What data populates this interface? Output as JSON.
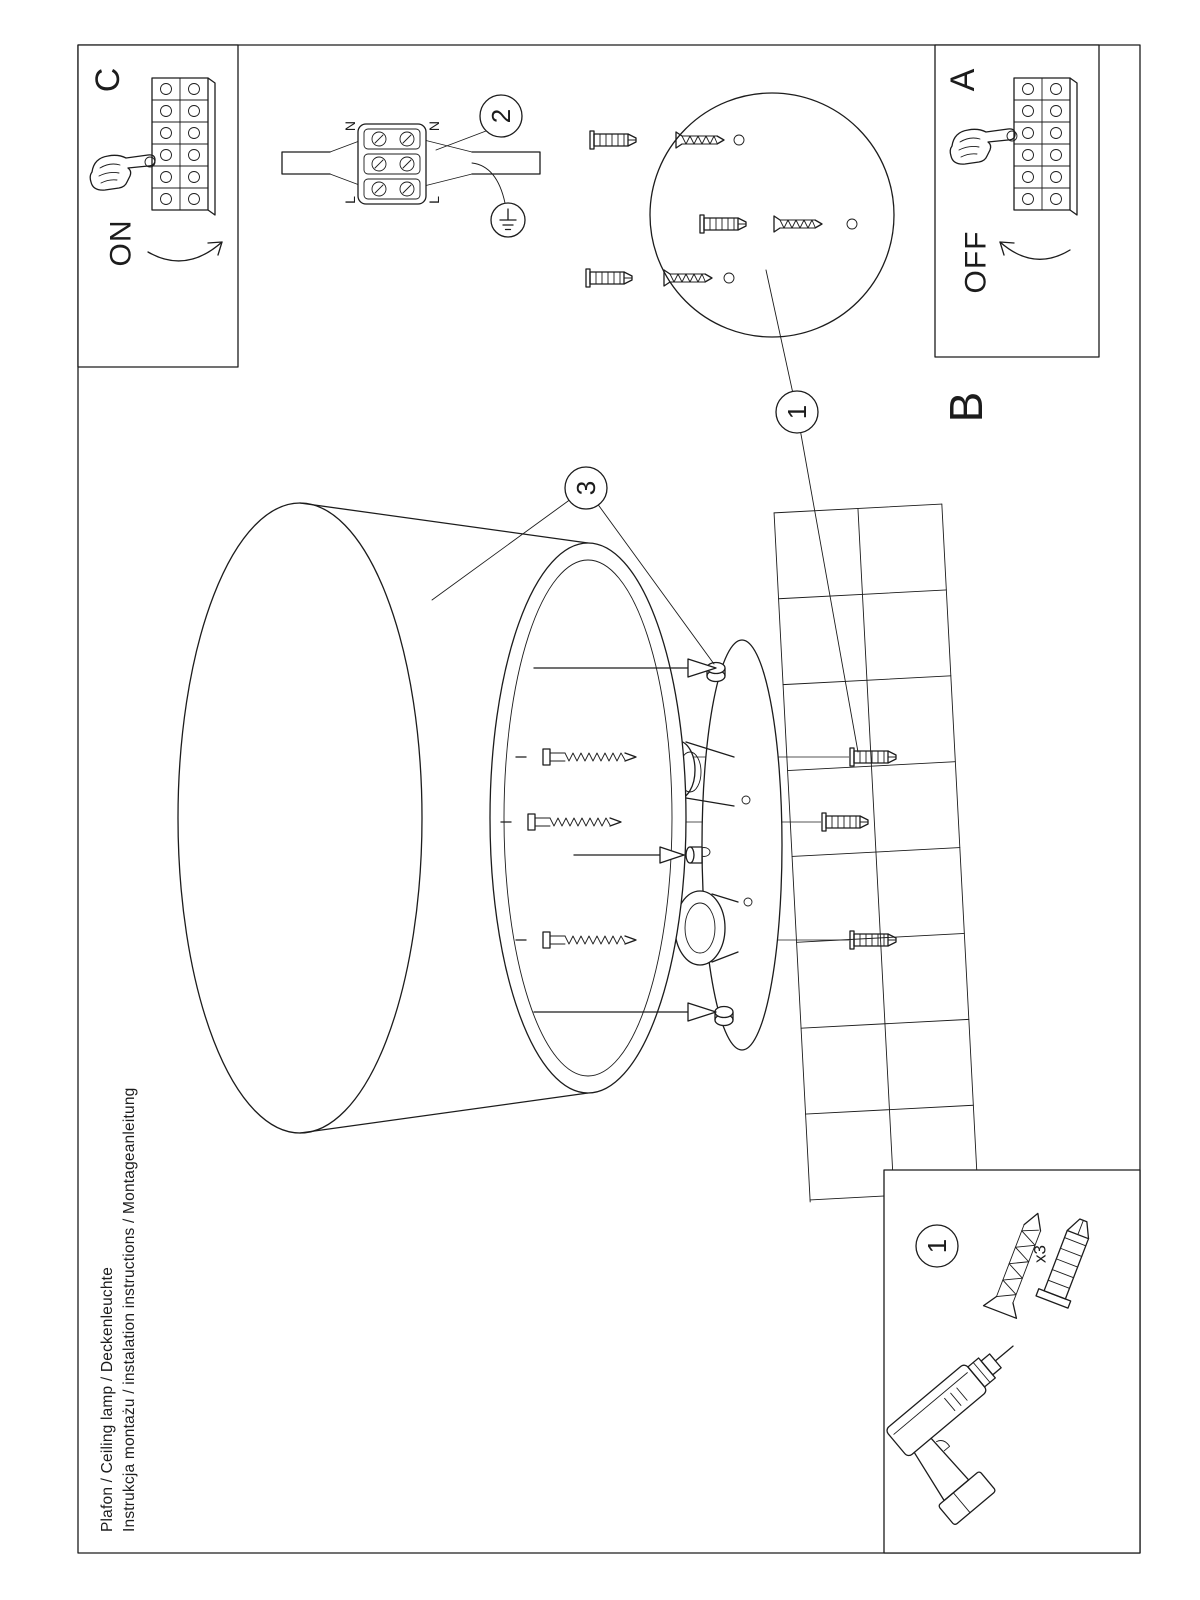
{
  "sheet": {
    "background": "#ffffff",
    "line_color": "#1c1c1c"
  },
  "panel_c": {
    "letter": "C",
    "switch_label": "ON"
  },
  "panel_a": {
    "letter": "A",
    "switch_label": "OFF"
  },
  "section_b": {
    "letter": "B"
  },
  "wiring_step": {
    "badge": "2",
    "left_n": "N",
    "left_l": "L",
    "right_n": "N",
    "right_l": "L"
  },
  "ceiling_step": {
    "badge": "1"
  },
  "assembly_step": {
    "badge": "3"
  },
  "tools_panel": {
    "badge": "1",
    "quantity": "x3"
  },
  "footer": {
    "title": "Instrukcja montażu / instalation instructions / Montageanleitung",
    "product": "Plafon / Ceiling lamp / Deckenleuchte"
  }
}
